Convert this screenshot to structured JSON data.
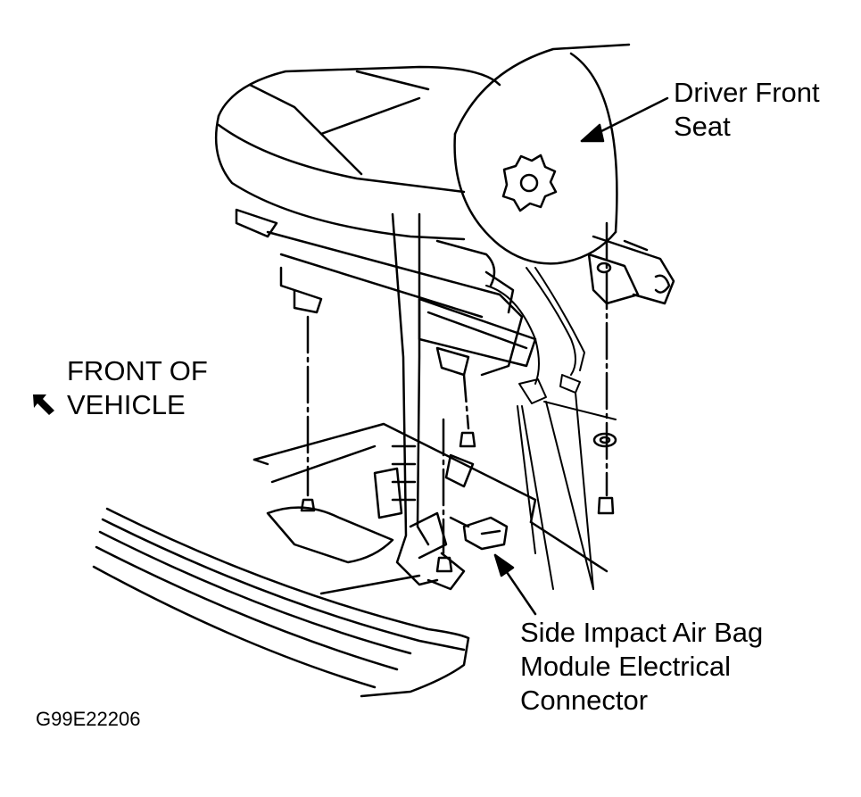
{
  "labels": {
    "driver_seat": [
      "Driver Front",
      "Seat"
    ],
    "front_of_vehicle": [
      "FRONT OF",
      "VEHICLE"
    ],
    "connector": [
      "Side Impact Air Bag",
      "Module Electrical",
      "Connector"
    ]
  },
  "figure_id": "G99E22206",
  "colors": {
    "ink": "#000000",
    "paper": "#ffffff"
  }
}
